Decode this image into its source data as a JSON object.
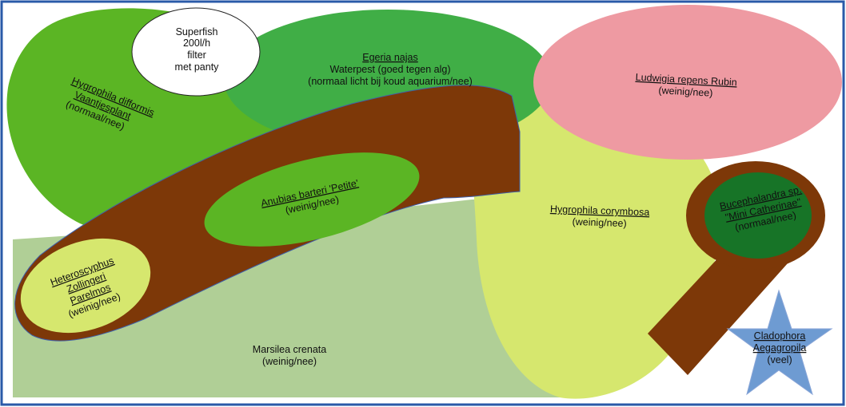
{
  "colors": {
    "frame": "#2a5aa8",
    "marsilea": "#b0cf96",
    "hygrophila_difformis": "#5bb524",
    "egeria": "#40ae46",
    "ludwigia": "#ee9aa2",
    "corymbosa": "#d6e76e",
    "wood": "#7d3808",
    "anubias": "#5bb524",
    "heteroscyphus": "#d6e76e",
    "bucephalandra": "#177427",
    "cladophora": "#6e9bd2",
    "superfish": "#ffffff"
  },
  "plants": {
    "superfish": {
      "line1": "Superfish",
      "line2": "200l/h",
      "line3": "filter",
      "line4": "met panty"
    },
    "egeria": {
      "line1": "Egeria najas",
      "line2": "Waterpest (goed tegen alg)",
      "line3": "(normaal licht bij koud aquarium/nee)"
    },
    "hygrophila_difformis": {
      "line1": "Hygrophila difformis",
      "line2": "Vaantjesplant",
      "line3": "(normaal/nee)"
    },
    "ludwigia": {
      "line1": "Ludwigia repens Rubin",
      "line2": "(weinig/nee)"
    },
    "anubias": {
      "line1": "Anubias barteri 'Petite'",
      "line2": "(weinig/nee)"
    },
    "hygrophila_corymbosa": {
      "line1": "Hygrophila corymbosa",
      "line2": "(weinig/nee)"
    },
    "bucephalandra": {
      "line1": "Bucephalandra sp.",
      "line2": "\"Mini Catherinae\"",
      "line3": "(normaal/nee)"
    },
    "heteroscyphus": {
      "line1": "Heteroscyphus",
      "line2": "Zollingeri",
      "line3": "Parelmos",
      "line4": "(weinig/nee)"
    },
    "marsilea": {
      "line1": "Marsilea crenata",
      "line2": "(weinig/nee)"
    },
    "cladophora": {
      "line1": "Cladophora",
      "line2": "Aegagropila",
      "line3": "(veel)"
    }
  }
}
